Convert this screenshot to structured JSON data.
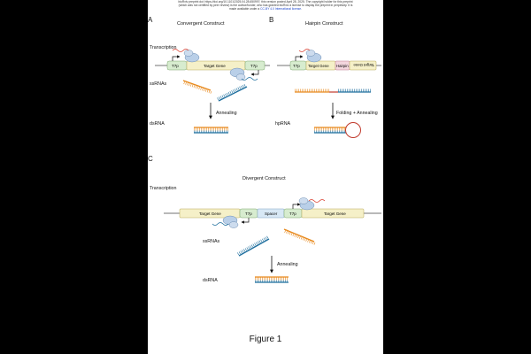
{
  "header": {
    "line1": "bioRxiv preprint doi: https://doi.org/10.1101/2025.04.28.650997; this version posted April 28, 2025. The copyright holder for this preprint",
    "line2": "(which was not certified by peer review) is the author/funder, who has granted bioRxiv a license to display the preprint in perpetuity. It is",
    "line3_pre": "made available under a",
    "license": "CC-BY 4.0 International license",
    "line3_post": "."
  },
  "panels": {
    "a": {
      "letter": "A",
      "title": "Convergent Construct",
      "labels": {
        "transcription": "Transcription",
        "ssrnas": "ssRNAs",
        "dsrna": "dsRNA"
      },
      "construct": {
        "left": "T7p",
        "middle": "Target Gene",
        "right": "T7p"
      },
      "arrow_label": "Annealing"
    },
    "b": {
      "letter": "B",
      "title": "Hairpin Construct",
      "labels": {
        "hprna": "hpRNA"
      },
      "construct": {
        "left": "T7p",
        "gene": "Target Gene",
        "hairpin": "Hairpin",
        "gene_rev": "Target Gene"
      },
      "arrow_label": "Folding + Annealing"
    },
    "c": {
      "letter": "C",
      "title": "Divergent Construct",
      "labels": {
        "transcription": "Transcription",
        "ssrnas": "ssRNAs",
        "dsrna": "dsRNA"
      },
      "construct": {
        "left_gene": "Target Gene",
        "left_t7": "T7p",
        "spacer": "Spacer",
        "right_t7": "T7p",
        "right_gene": "Target Gene"
      },
      "arrow_label": "Annealing"
    }
  },
  "caption": "Figure 1",
  "colors": {
    "orange_strand": "#e8891c",
    "blue_strand": "#1f6f9e",
    "promoter_fill": "#d7eccf",
    "gene_fill": "#f5f0c8",
    "spacer_fill": "#d8e8f5",
    "hairpin_fill": "#f3d6de",
    "polymerase": "#b9cfe8",
    "transcript_red": "#d93a2b"
  }
}
